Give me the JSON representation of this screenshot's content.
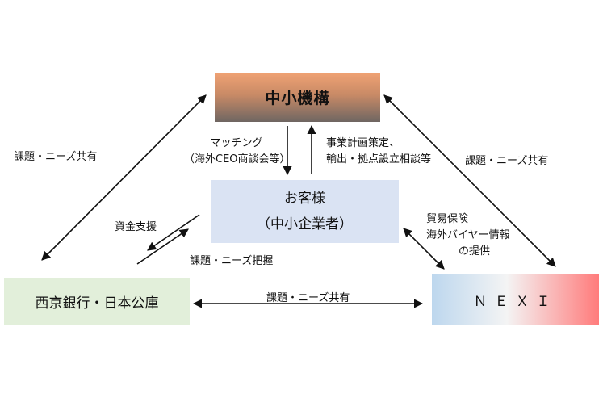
{
  "nodes": {
    "smrj": "中小機構",
    "client_line1": "お客様",
    "client_line2": "（中小企業者）",
    "bank": "西京銀行・日本公庫",
    "nexi": "ＮＥＸＩ"
  },
  "labels": {
    "left_share": "課題・ニーズ共有",
    "right_share": "課題・ニーズ共有",
    "bottom_share": "課題・ニーズ共有",
    "matching_line1": "マッチング",
    "matching_line2": "（海外CEO商談会等）",
    "plan_line1": "事業計画策定、",
    "plan_line2": "輸出・拠点設立相談等",
    "funding": "資金支援",
    "needs_grasp": "課題・ニーズ把握",
    "insurance_line1": "貿易保険",
    "insurance_line2": "海外バイヤー情報",
    "insurance_line3": "の提供"
  }
}
